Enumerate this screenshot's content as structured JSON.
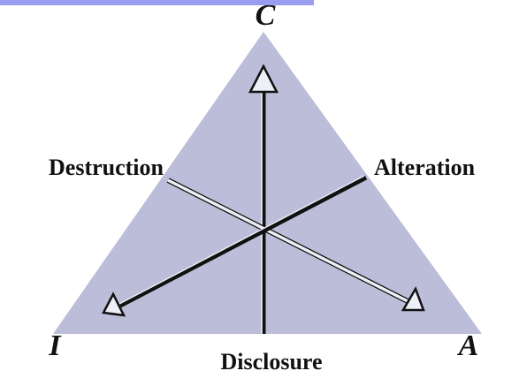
{
  "diagram": {
    "vertices": {
      "top": "C",
      "bottom_left": "I",
      "bottom_right": "A"
    },
    "threats": {
      "left": "Destruction",
      "right": "Alteration",
      "bottom": "Disclosure"
    },
    "colors": {
      "triangle_fill": "#bcbdd8",
      "dark_line": "#111111",
      "light_line": "#eeeef6",
      "top_rule": "#9a9cf0"
    }
  }
}
